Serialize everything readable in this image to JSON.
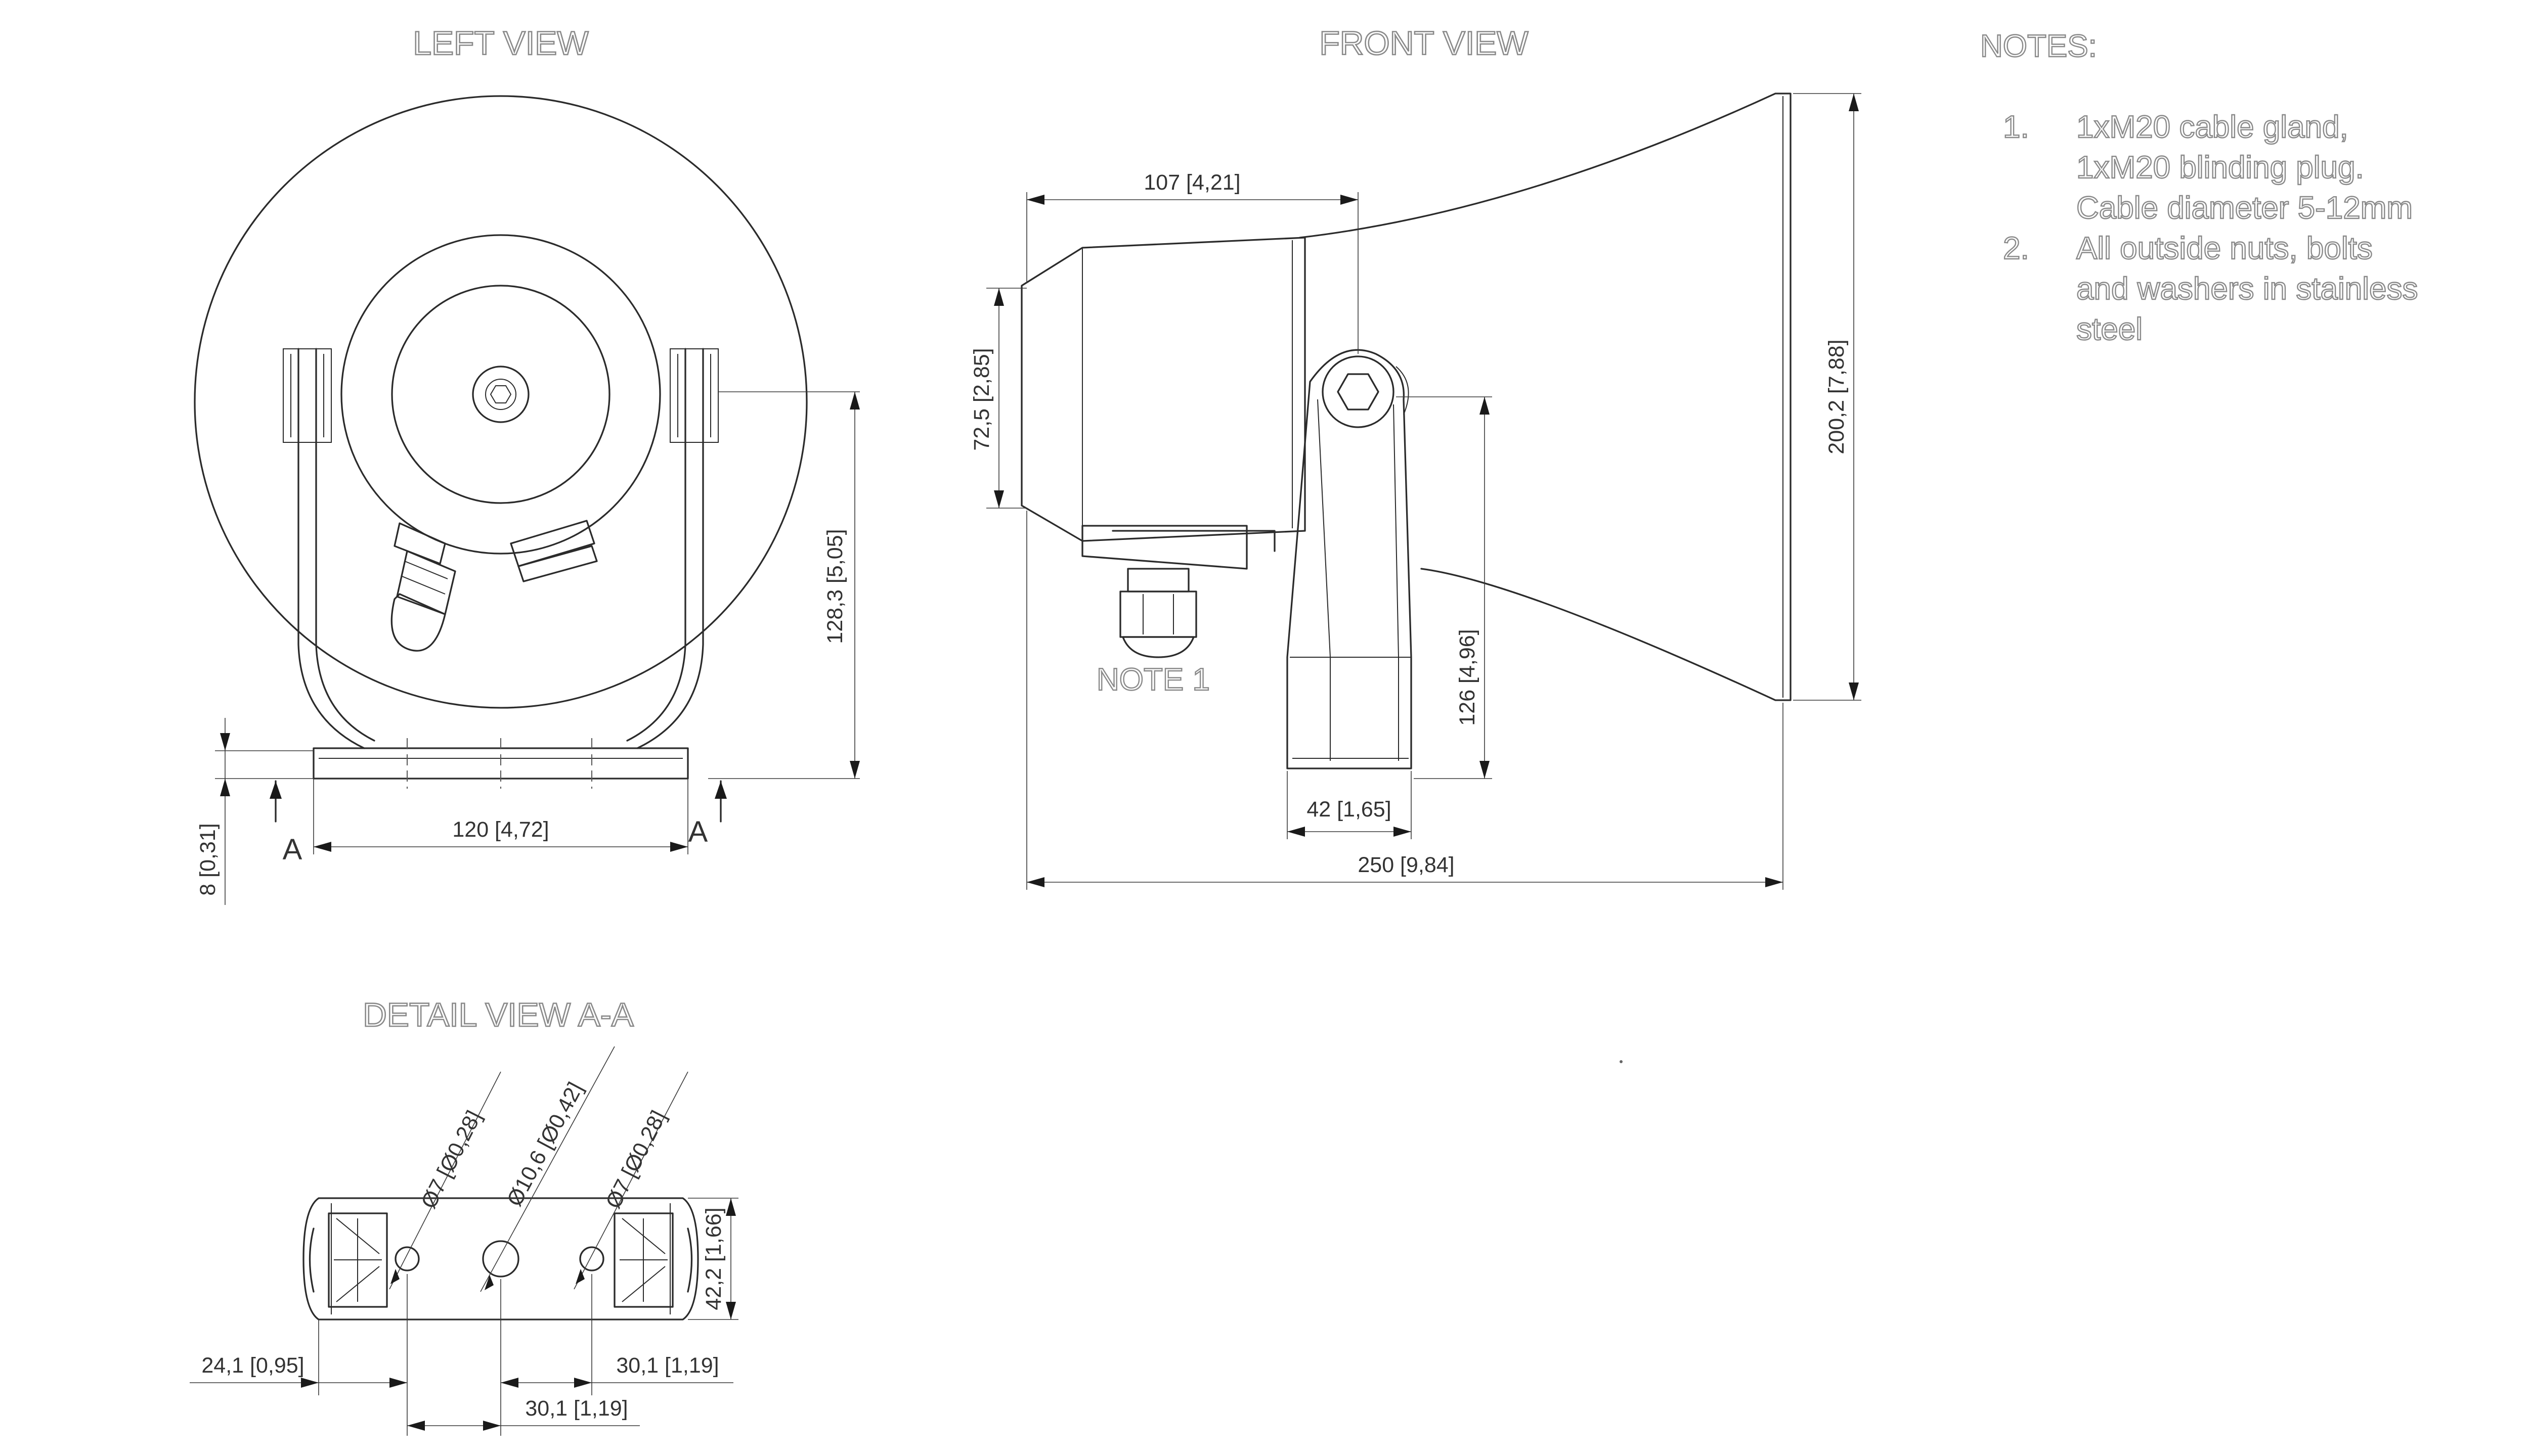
{
  "views": {
    "left_title": "LEFT VIEW",
    "front_title": "FRONT VIEW",
    "detail_title": "DETAIL VIEW A-A"
  },
  "notes": {
    "heading": "NOTES:",
    "items": [
      {
        "num": "1.",
        "lines": [
          "1xM20 cable gland,",
          "1xM20 blinding plug.",
          "Cable diameter 5-12mm"
        ]
      },
      {
        "num": "2.",
        "lines": [
          "All outside nuts, bolts",
          "and washers in stainless",
          "steel"
        ]
      }
    ]
  },
  "callouts": {
    "note1": "NOTE 1",
    "section_left": "A",
    "section_right": "A"
  },
  "dimensions": {
    "left_width": "120 [4,72]",
    "left_height": "128,3 [5,05]",
    "left_base": "8 [0,31]",
    "front_depth": "107 [4,21]",
    "front_head": "72,5 [2,85]",
    "front_total_height": "200,2 [7,88]",
    "front_bracket": "126 [4,96]",
    "front_foot": "42 [1,65]",
    "front_total_length": "250 [9,84]",
    "detail_hole_left": "Ø7 [Ø0,28]",
    "detail_hole_center": "Ø10,6 [Ø0,42]",
    "detail_hole_right": "Ø7 [Ø0,28]",
    "detail_height": "42,2 [1,66]",
    "detail_left_offset": "24,1 [0,95]",
    "detail_right_spacing": "30,1 [1,19]",
    "detail_center_spacing": "30,1 [1,19]"
  }
}
